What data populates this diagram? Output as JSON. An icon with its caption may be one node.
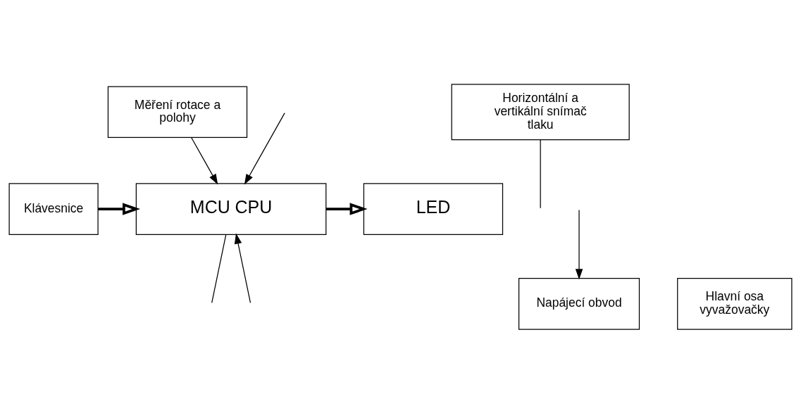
{
  "diagram": {
    "nodes": [
      {
        "text": [
          "Měření rotace a polohy"
        ]
      },
      {
        "text": [
          "Horizontální a vertikální snímač tlaku"
        ]
      },
      {
        "text": [
          "Klávesnice"
        ]
      },
      {
        "text": [
          "MCU CPU"
        ]
      },
      {
        "text": [
          "LED"
        ]
      },
      {
        "text": [
          "Napájecí obvod"
        ]
      },
      {
        "text": [
          "Hlavní osa vyvažovačky"
        ]
      }
    ],
    "edges": [
      {
        "from": 0,
        "to": 3,
        "arrow": "to"
      },
      {
        "from": null,
        "to": 3,
        "arrow": "to"
      },
      {
        "from": 1,
        "to": null,
        "arrow": "none"
      },
      {
        "from": 2,
        "to": 3,
        "arrow": "to",
        "style": "thick"
      },
      {
        "from": 3,
        "to": 4,
        "arrow": "to",
        "style": "thick"
      },
      {
        "from": 3,
        "to": null,
        "arrow": "none"
      },
      {
        "from": null,
        "to": 3,
        "arrow": "to"
      },
      {
        "from": null,
        "to": 5,
        "arrow": "to"
      }
    ]
  }
}
